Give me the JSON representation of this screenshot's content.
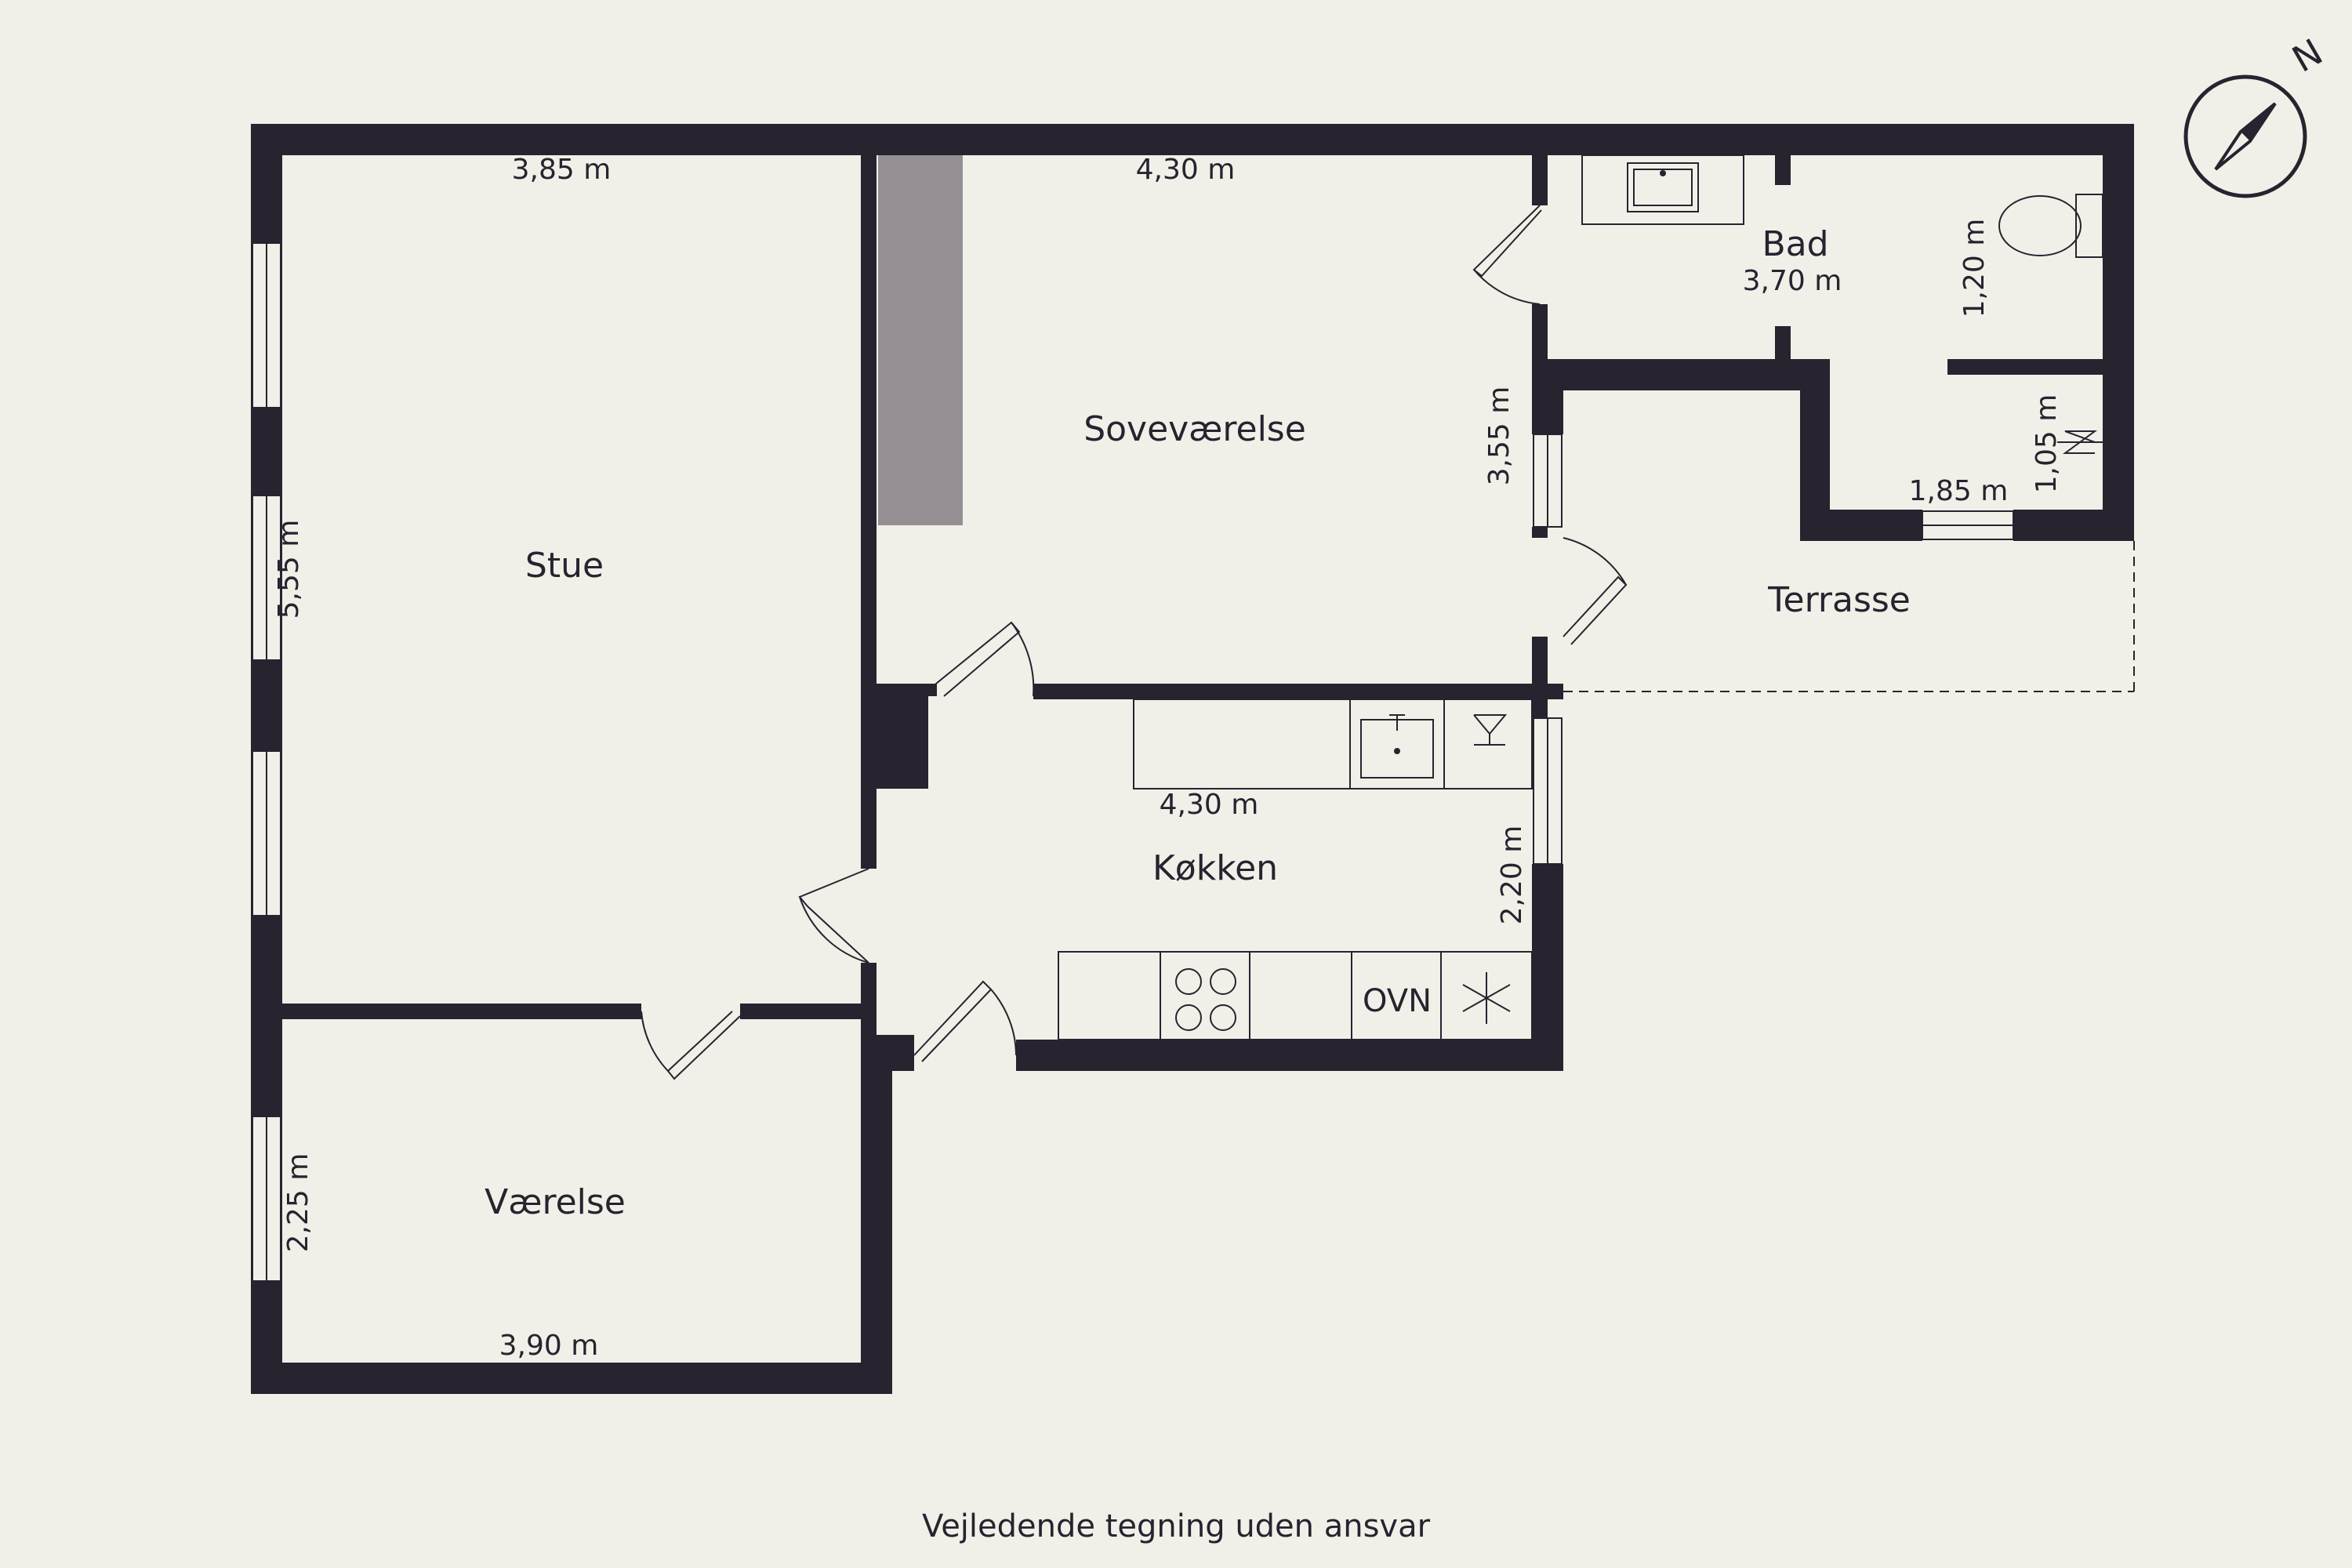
{
  "rooms": {
    "stue": "Stue",
    "sovevaerelse": "Soveværelse",
    "bad": "Bad",
    "terrasse": "Terrasse",
    "kokken": "Køkken",
    "vaerelse": "Værelse"
  },
  "dimensions": {
    "stue_width": "3,85 m",
    "stue_height": "5,55 m",
    "sove_width": "4,30 m",
    "sove_height": "3,55 m",
    "bad_width": "3,70 m",
    "bad_height": "1,20 m",
    "terrace_width": "1,85 m",
    "terrace_height": "1,05 m",
    "kitchen_width": "4,30 m",
    "kitchen_height": "2,20 m",
    "vaerelse_width": "3,90 m",
    "vaerelse_height": "2,25 m"
  },
  "appliances": {
    "oven": "OVN"
  },
  "compass": {
    "north_label": "N"
  },
  "footer": "Vejledende tegning uden ansvar",
  "colors": {
    "wall": "#27232f",
    "background": "#f0f0e8",
    "wardrobe": "#958f94"
  }
}
